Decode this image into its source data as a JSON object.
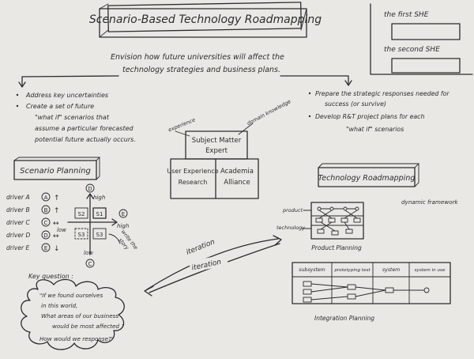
{
  "title": "Scenario-Based Technology Roadmapping",
  "legend": {
    "first_label": "the first SHE",
    "second_label": "the second SHE"
  },
  "intro": {
    "line1": "Envision how future universities will affect the",
    "line2": "technology strategies and business plans."
  },
  "left_bullets": {
    "b1": "Address key uncertainties",
    "b2_line1": "Create a set of future",
    "b2_line2": "\"what if\" scenarios that",
    "b2_line3": "assume a particular forecasted",
    "b2_line4": "potential future actually occurs."
  },
  "right_bullets": {
    "b1_line1": "Prepare the strategic responses needed for",
    "b1_line2": "success (or survive)",
    "b2_line1": "Develop R&T project plans for each",
    "b2_line2": "\"what if\" scenarios"
  },
  "center": {
    "experience": "experience",
    "domain_knowledge": "domain knowledge",
    "sme_line1": "Subject Matter",
    "sme_line2": "Expert",
    "uer_line1": "User Experience",
    "uer_line2": "Research",
    "aa_line1": "Academia",
    "aa_line2": "Alliance"
  },
  "scenario": {
    "title": "Scenario Planning",
    "drivers": [
      "driver A",
      "driver B",
      "driver C",
      "driver D",
      "driver E"
    ],
    "driver_marks": [
      "A",
      "B",
      "C",
      "D",
      "E"
    ],
    "driver_arrows": [
      "↑",
      "↑",
      "↔",
      "↔",
      "↓"
    ],
    "axis_top_circle": "D",
    "axis_top": "high",
    "axis_bottom": "low",
    "axis_bottom_circle": "C",
    "axis_left": "low",
    "axis_right_circle": "E",
    "axis_right": "high",
    "cells": [
      "S2",
      "S1",
      "S3",
      "S3"
    ],
    "write_story_line1": "write the",
    "write_story_line2": "story"
  },
  "iteration": {
    "top": "iteration",
    "bottom": "iteration"
  },
  "key_question": {
    "label": "Key question :",
    "line1": "\"If we found ourselves",
    "line2": "in this world,",
    "line3": "What areas of our business",
    "line4": "would be most affected ?",
    "line5": "How would we response?\""
  },
  "tech_roadmap": {
    "title": "Technology Roadmapping",
    "subtitle": "dynamic framework",
    "product_label": "product",
    "technology_label": "technology",
    "product_planning": "Product Planning",
    "headers": [
      "subsystem",
      "prototyping test",
      "system",
      "system in use"
    ],
    "integration_planning": "Integration Planning"
  }
}
